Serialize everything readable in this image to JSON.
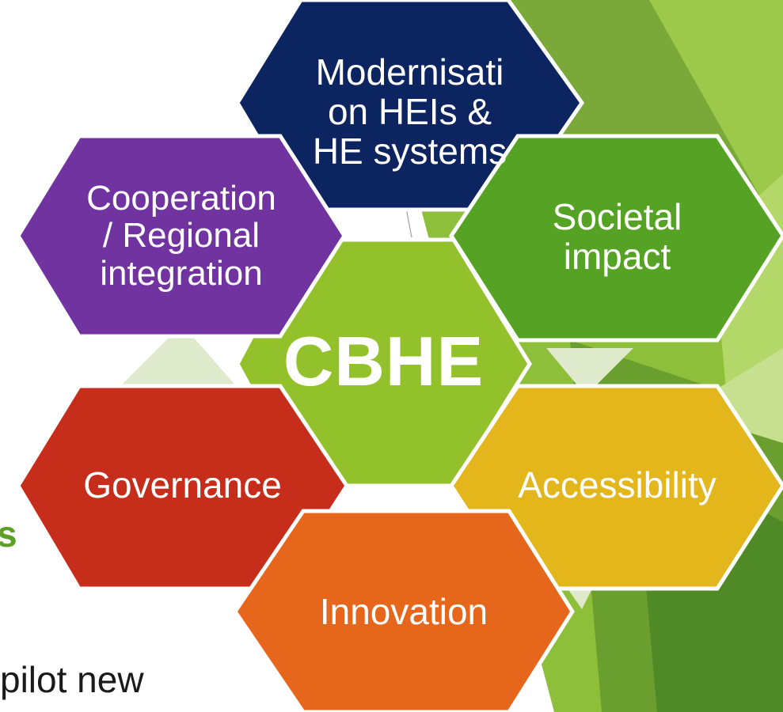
{
  "diagram": {
    "center": {
      "label": "CBHE",
      "color": "#93c12b"
    },
    "hexagons": [
      {
        "label": "Modernisati\non HEIs &\nHE systems",
        "color": "#0c2460"
      },
      {
        "label": "Cooperation\n/ Regional\nintegration",
        "color": "#7133a0"
      },
      {
        "label": "Societal\nimpact",
        "color": "#56a224"
      },
      {
        "label": "Governance",
        "color": "#c62e1b"
      },
      {
        "label": "Accessibility",
        "color": "#e3b61c"
      },
      {
        "label": "Innovation",
        "color": "#e6661b"
      }
    ]
  },
  "background_fragments": {
    "bold_text": "s",
    "body_text": "pilot new"
  },
  "colors": {
    "background": "#ffffff",
    "accent_green_dark": "#6a9e2e",
    "accent_green_light": "#a9cf53"
  }
}
